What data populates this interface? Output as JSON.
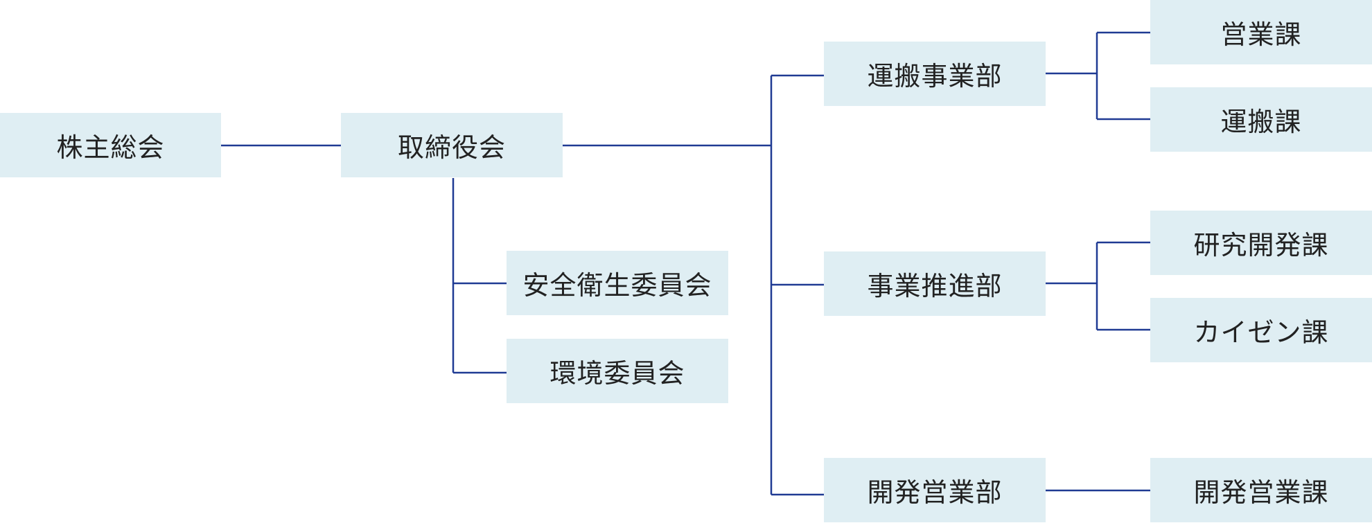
{
  "org_chart": {
    "line_color": "#1f3a93",
    "box_color": "#dfeef3",
    "nodes": {
      "shareholders": "株主総会",
      "board": "取締役会",
      "safety_committee": "安全衛生委員会",
      "environment_committee": "環境委員会",
      "transport_division": "運搬事業部",
      "promotion_division": "事業推進部",
      "dev_sales_division": "開発営業部",
      "sales_section": "営業課",
      "transport_section": "運搬課",
      "rnd_section": "研究開発課",
      "kaizen_section": "カイゼン課",
      "dev_sales_section": "開発営業課"
    }
  }
}
